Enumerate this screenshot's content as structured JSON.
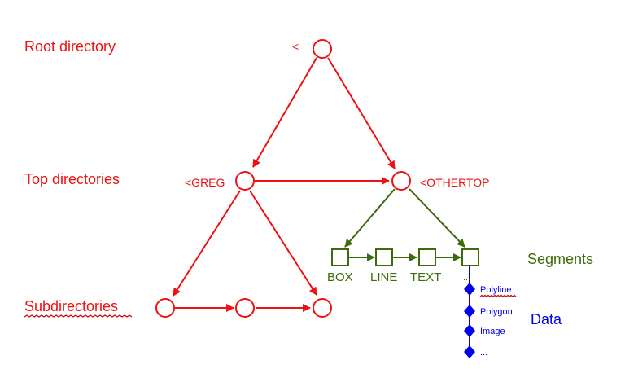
{
  "colors": {
    "directory": "#ee1111",
    "segment": "#3d6a0a",
    "data": "#0000ee",
    "spellcheck": "#cc0000"
  },
  "levels": {
    "root": "Root directory",
    "top": "Top directories",
    "sub": "Subdirectories"
  },
  "nodes": {
    "root": "<",
    "greg": "<GREG",
    "othertop": "<OTHERTOP"
  },
  "segments": {
    "title": "Segments",
    "items": [
      "BOX",
      "LINE",
      "TEXT",
      "..."
    ]
  },
  "data": {
    "title": "Data",
    "items": [
      "Polyline",
      "Polygon",
      "Image",
      "..."
    ]
  }
}
